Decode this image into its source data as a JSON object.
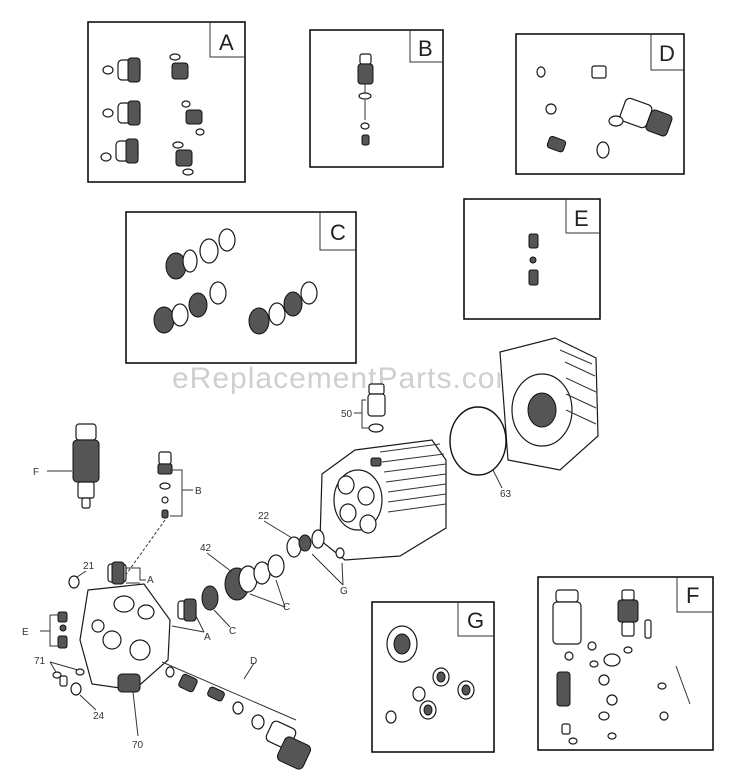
{
  "watermark": "eReplacementParts.com",
  "kit_boxes": {
    "A": "A",
    "B": "B",
    "C": "C",
    "D": "D",
    "E": "E",
    "F": "F",
    "G": "G"
  },
  "callouts": {
    "n50": "50",
    "n63": "63",
    "n22": "22",
    "n42": "42",
    "n21": "21",
    "n71": "71",
    "n24": "24",
    "n70": "70",
    "F": "F",
    "B": "B",
    "A1": "A",
    "A2": "A",
    "C1": "C",
    "C2": "C",
    "G": "G",
    "E": "E",
    "D": "D"
  }
}
